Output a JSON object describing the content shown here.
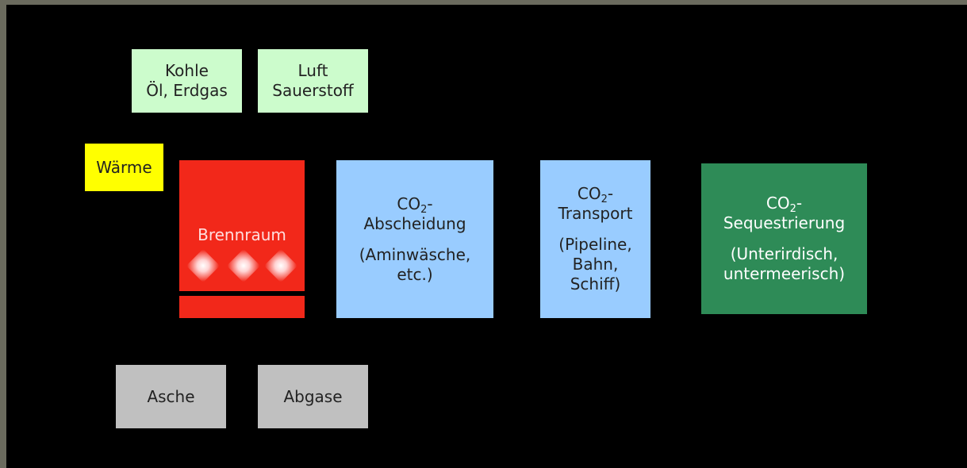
{
  "diagram": {
    "fuel_box": {
      "line1": "Kohle",
      "line2": "Öl, Erdgas"
    },
    "air_box": {
      "line1": "Luft",
      "line2": "Sauerstoff"
    },
    "heat_box": {
      "label": "Wärme"
    },
    "combustion_chamber": {
      "label": "Brennraum"
    },
    "capture_box": {
      "co2_prefix": "CO",
      "co2_subscript": "2",
      "co2_suffix": "-",
      "line2": "Abscheidung",
      "note1": "(Aminwäsche,",
      "note2": "etc.)"
    },
    "transport_box": {
      "co2_prefix": "CO",
      "co2_subscript": "2",
      "co2_suffix": "-",
      "line2": "Transport",
      "note1": "(Pipeline,",
      "note2": "Bahn,",
      "note3": "Schiff)"
    },
    "storage_box": {
      "co2_prefix": "CO",
      "co2_subscript": "2",
      "co2_suffix": "-",
      "line2": "Sequestrierung",
      "note1": "(Unterirdisch,",
      "note2": "untermeerisch)"
    },
    "ash_box": {
      "label": "Asche"
    },
    "flue_gas_box": {
      "label": "Abgase"
    }
  },
  "colors": {
    "background": "#000000",
    "frame": "#6b6b5e",
    "input_boxes": "#ccfccc",
    "heat": "#ffff00",
    "combustion": "#f2281a",
    "capture_transport": "#99ccff",
    "storage": "#2e8b57",
    "outputs": "#c0c0c0"
  }
}
